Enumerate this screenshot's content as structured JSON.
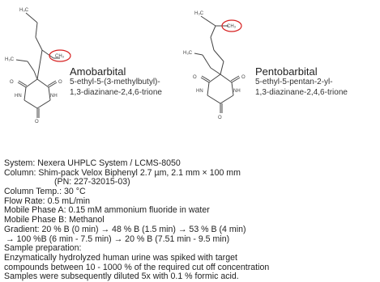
{
  "compounds": [
    {
      "name": "Amobarbital",
      "iupac_line1": "5-ethyl-5-(3-methylbutyl)-",
      "iupac_line2": "1,3-diazinane-2,4,6-trione",
      "atoms": {
        "ch3_top": "H₃C",
        "ch3_side": "H₃C",
        "ch3_circle": "CH₃",
        "nh_left": "HN",
        "nh_bottom": "NH",
        "o_left": "O",
        "o_right": "O",
        "o_bottom": "O"
      }
    },
    {
      "name": "Pentobarbital",
      "iupac_line1": "5-ethyl-5-pentan-2-yl-",
      "iupac_line2": "1,3-diazinane-2,4,6-trione",
      "atoms": {
        "ch3_top": "H₃C",
        "ch3_side": "H₃C",
        "ch3_circle": "CH₃",
        "nh_left": "HN",
        "nh_bottom": "NH",
        "o_left": "O",
        "o_right": "O",
        "o_bottom": "O"
      }
    }
  ],
  "conditions": [
    "System: Nexera UHPLC System / LCMS-8050",
    "Column: Shim-pack Velox Biphenyl 2.7 µm, 2.1 mm × 100 mm",
    "(PN: 227-32015-03)",
    "Column Temp.: 30 °C",
    "Flow Rate: 0.5 mL/min",
    "Mobile Phase A: 0.15 mM ammonium fluoride in water",
    "Mobile Phase B: Methanol",
    "Gradient: 20 % B (0 min) → 48 % B (1.5 min) → 53 % B (4 min)",
    "→ 100 %B (6 min - 7.5 min) → 20 % B (7.51 min - 9.5 min)",
    "Sample preparation:",
    "Enzymatically hydrolyzed human urine was spiked with target",
    "compounds between 10 - 1000 % of the required cut off concentration",
    "Samples were subsequently diluted 5x with 0.1 % formic acid."
  ],
  "colors": {
    "highlight_circle": "#d62020",
    "bond": "#444444",
    "text": "#222222"
  }
}
